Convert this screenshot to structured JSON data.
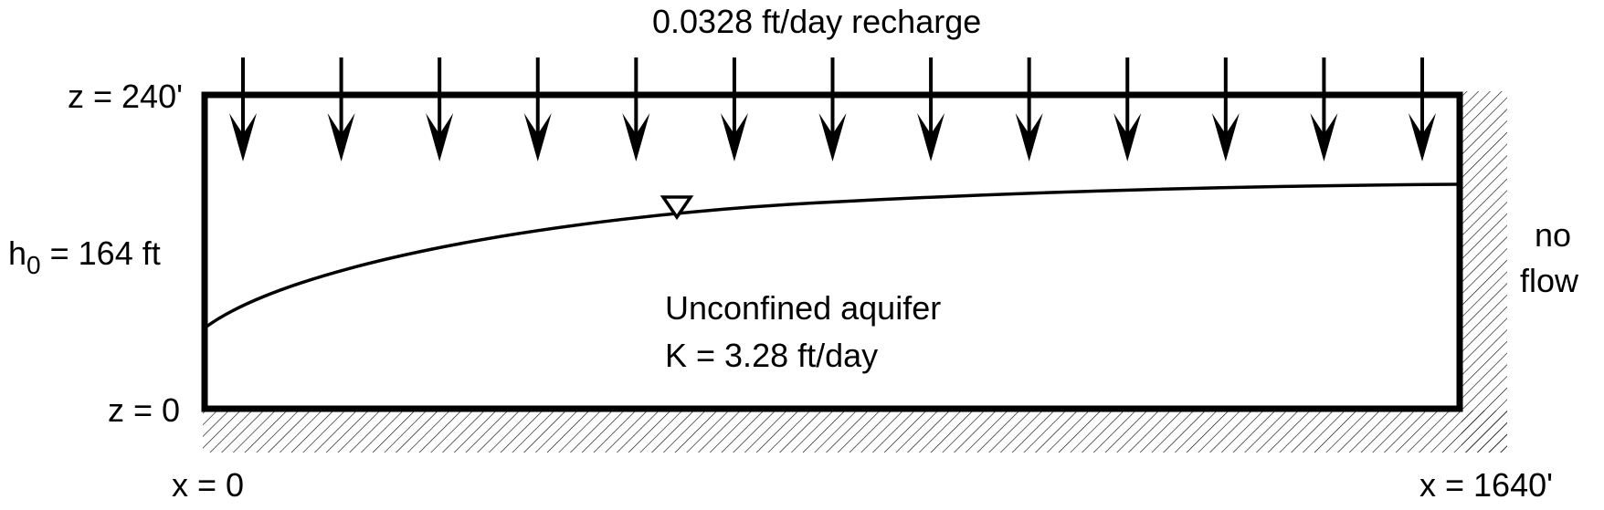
{
  "recharge_label": "0.0328 ft/day recharge",
  "top_elevation": "z = 240'",
  "bottom_elevation": "z = 0",
  "head": {
    "prefix": "h",
    "subscript": "0",
    "value": "= 164 ft"
  },
  "aquifer": {
    "type": "Unconfined aquifer",
    "conductivity": "K = 3.28 ft/day"
  },
  "right_boundary": [
    "no",
    "flow"
  ],
  "x_left": "x = 0",
  "x_right": "x = 1640'",
  "recharge_arrow_count": 13,
  "colors": {
    "line": "#000000",
    "hatch": "#000000",
    "background": "#ffffff"
  }
}
